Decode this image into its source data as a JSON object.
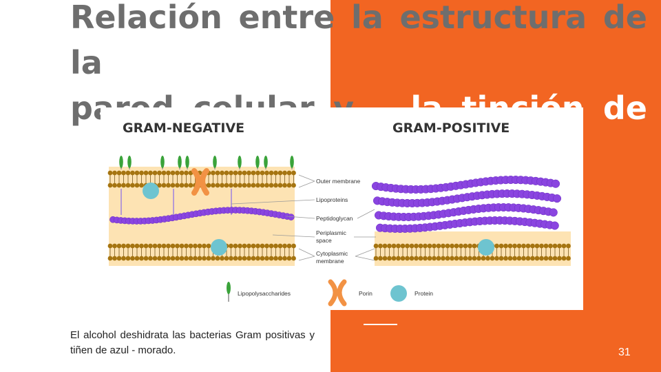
{
  "slide": {
    "title_line1": "Relación entre la estructura de la",
    "title_line2_part1": "pared   celular   y",
    "title_line2_part2": "la   tinción   de",
    "caption": "El alcohol deshidrata las bacterias Gram positivas y tiñen de azul - morado.",
    "page_number": "31"
  },
  "diagram": {
    "heading_negative": "GRAM-NEGATIVE",
    "heading_positive": "GRAM-POSITIVE",
    "labels": {
      "outer_membrane": "Outer membrane",
      "lipoproteins": "Lipoproteins",
      "peptidoglycan": "Peptidoglycan",
      "periplasmic_1": "Periplasmic",
      "periplasmic_2": "space",
      "cytoplasmic_1": "Cytoplasmic",
      "cytoplasmic_2": "membrane"
    },
    "legend": {
      "lipopolysaccharides": "Lipopolysaccharides",
      "porin": "Porin",
      "protein": "Protein"
    }
  },
  "colors": {
    "accent_orange": "#f26522",
    "title_gray": "#6e6e6e",
    "membrane_brown": "#a57410",
    "peptidoglycan_purple": "#8a45e0",
    "periplasm_tan": "#fde3b3",
    "protein_teal": "#6ec4d0",
    "lps_green": "#3aa33a",
    "porin_orange": "#f29244"
  }
}
